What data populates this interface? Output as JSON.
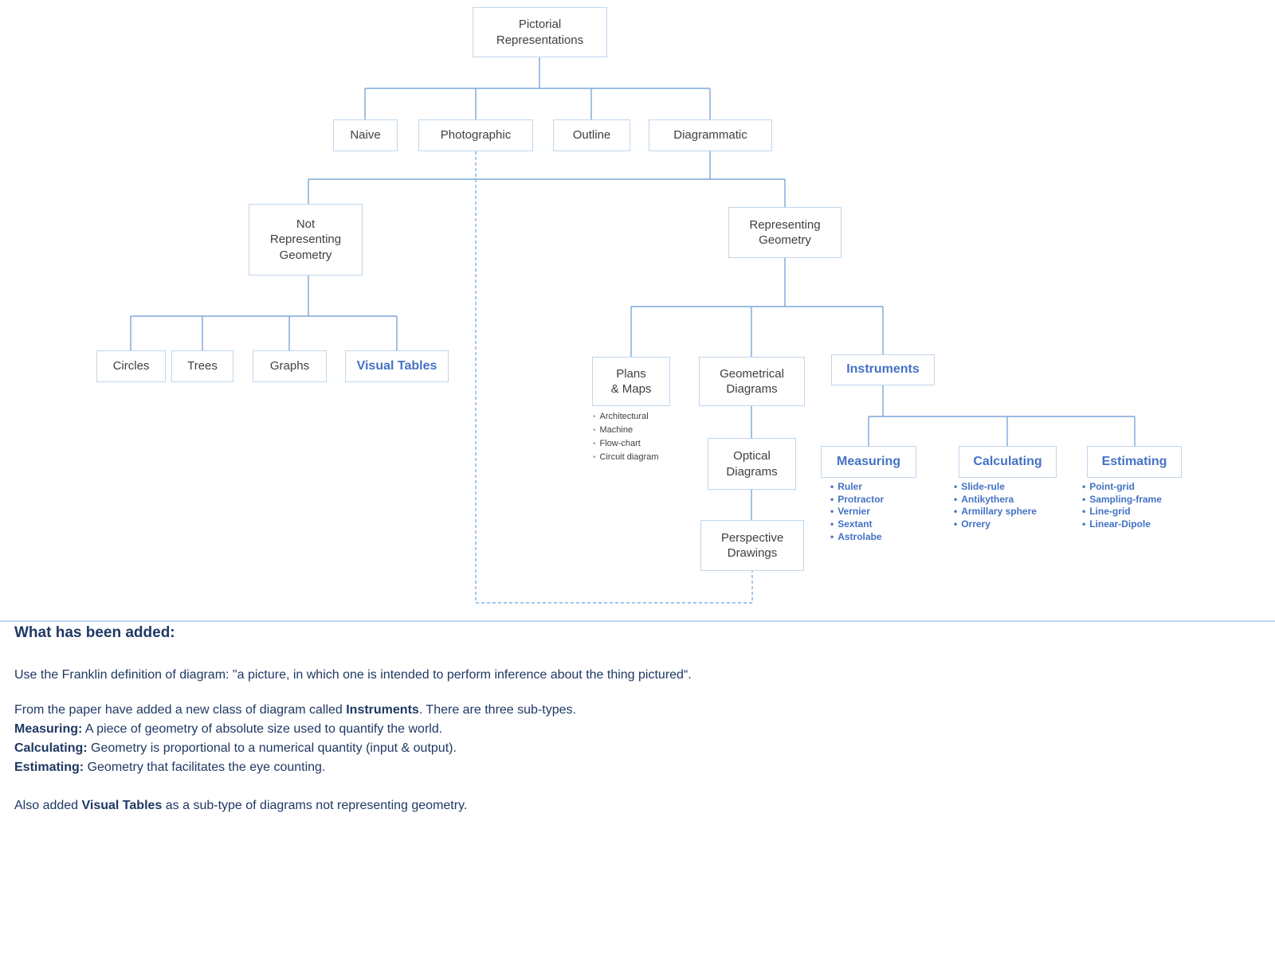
{
  "diagram": {
    "nodes": {
      "pictorial": {
        "label": "Pictorial\nRepresentations"
      },
      "naive": {
        "label": "Naive"
      },
      "photographic": {
        "label": "Photographic"
      },
      "outline": {
        "label": "Outline"
      },
      "diagrammatic": {
        "label": "Diagrammatic"
      },
      "not_representing": {
        "label": "Not\nRepresenting\nGeometry"
      },
      "representing": {
        "label": "Representing\nGeometry"
      },
      "circles": {
        "label": "Circles"
      },
      "trees": {
        "label": "Trees"
      },
      "graphs": {
        "label": "Graphs"
      },
      "visual_tables": {
        "label": "Visual Tables"
      },
      "plans_maps": {
        "label": "Plans\n& Maps"
      },
      "geometrical": {
        "label": "Geometrical\nDiagrams"
      },
      "instruments": {
        "label": "Instruments"
      },
      "optical": {
        "label": "Optical\nDiagrams"
      },
      "perspective": {
        "label": "Perspective\nDrawings"
      },
      "measuring": {
        "label": "Measuring"
      },
      "calculating": {
        "label": "Calculating"
      },
      "estimating": {
        "label": "Estimating"
      }
    },
    "plans_maps_items": [
      "Architectural",
      "Machine",
      "Flow-chart",
      "Circuit diagram"
    ],
    "measuring_items": [
      "Ruler",
      "Protractor",
      "Vernier",
      "Sextant",
      "Astrolabe"
    ],
    "calculating_items": [
      "Slide-rule",
      "Antikythera",
      "Armillary sphere",
      "Orrery"
    ],
    "estimating_items": [
      "Point-grid",
      "Sampling-frame",
      "Line-grid",
      "Linear-Dipole"
    ]
  },
  "notes": {
    "heading": "What has been added:",
    "franklin": "Use the Franklin definition of diagram: \"a picture, in which one is intended to perform inference about the thing pictured“.",
    "p2_prefix": "From the paper have added a new class of diagram called ",
    "p2_bold": "Instruments",
    "p2_suffix": ". There are three sub-types.",
    "measuring_term": "Measuring:",
    "measuring_def": " A piece of geometry of absolute size used to quantify the world.",
    "calculating_term": "Calculating:",
    "calculating_def": " Geometry is proportional to a numerical quantity (input & output).",
    "estimating_term": "Estimating:",
    "estimating_def": " Geometry that facilitates the eye counting.",
    "p3_prefix": "Also added ",
    "p3_bold": "Visual Tables",
    "p3_suffix": " as a sub-type of diagrams not representing geometry."
  },
  "colors": {
    "node_border": "#c0d6ec",
    "node_text": "#3f3f3f",
    "accent_text": "#4472c4",
    "connector": "#7ba7d8",
    "separator": "#a9c6e8",
    "notes_text": "#1f3864"
  }
}
